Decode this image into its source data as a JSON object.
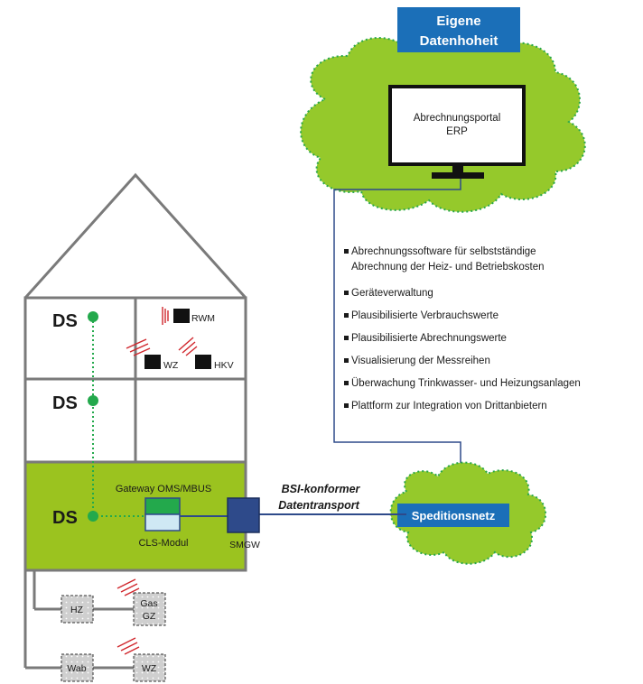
{
  "header_box": {
    "line1": "Eigene",
    "line2": "Datenhoheit",
    "bg_color": "#1b6fb8"
  },
  "monitor": {
    "line1": "Abrechnungsportal",
    "line2": "ERP"
  },
  "features": [
    "Abrechnungssoftware für selbstständige",
    "Abrechnung der Heiz- und Betriebskosten",
    "Geräteverwaltung",
    "Plausibilisierte Verbrauchswerte",
    "Plausibilisierte Abrechnungswerte",
    "Visualisierung der Messreihen",
    "Überwachung Trinkwasser- und Heizungsanlagen",
    "Plattform zur Integration von Drittanbietern"
  ],
  "speditionsnetz": {
    "label": "Speditionsnetz",
    "bg_color": "#1b6fb8"
  },
  "transport": {
    "line1": "BSI-konformer",
    "line2": "Datentransport"
  },
  "house": {
    "ds_label": "DS",
    "rwm": "RWM",
    "wz": "WZ",
    "hkv": "HKV",
    "gateway_label": "Gateway OMS/MBUS",
    "cls_label": "CLS-Modul",
    "smgw_label": "SMGW",
    "green_color": "#9bc31f",
    "dot_color": "#23a94c"
  },
  "meters": {
    "hz": "HZ",
    "gas_line1": "Gas",
    "gas_line2": "GZ",
    "wab": "Wab",
    "wz": "WZ"
  },
  "colors": {
    "cloud": "#95c92b",
    "cloud_dots": "#2aa84a",
    "wire": "#2e4a8a",
    "wave": "#d0262c"
  }
}
